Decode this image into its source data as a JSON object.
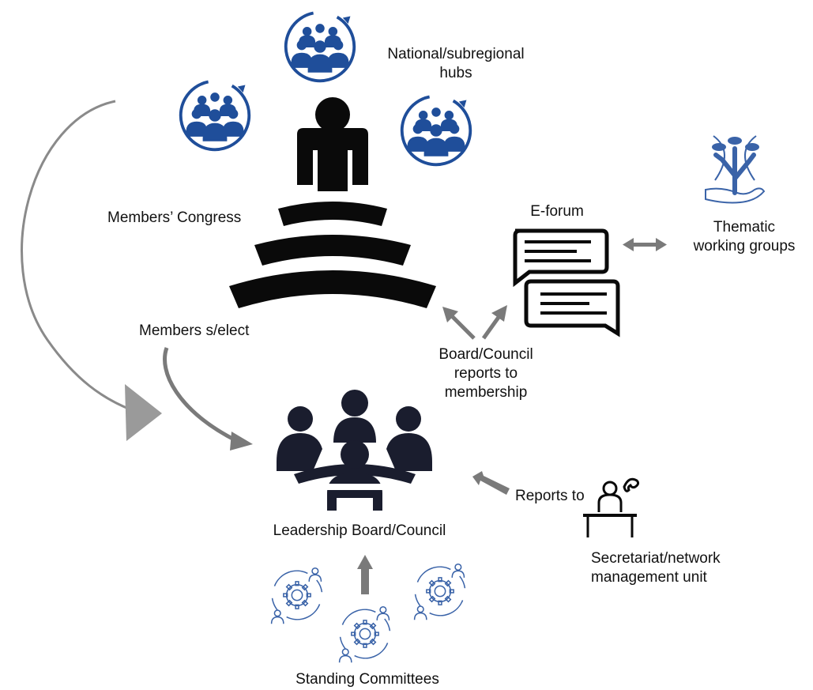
{
  "labels": {
    "hubs_line1": "National/subregional",
    "hubs_line2": "hubs",
    "members_congress": "Members’ Congress",
    "e_forum": "E-forum",
    "thematic_line1": "Thematic",
    "thematic_line2": "working groups",
    "members_elect": "Members s/elect",
    "reports_line1": "Board/Council",
    "reports_line2": "reports to",
    "reports_line3": "membership",
    "reports_to": "Reports to",
    "leadership": "Leadership Board/Council",
    "secretariat_line1": "Secretariat/network",
    "secretariat_line2": "management unit",
    "standing": "Standing Committees"
  },
  "icons": {
    "hub": "hub-group-icon",
    "speaker": "speaker-broadcast-icon",
    "chat": "chat-bubbles-icon",
    "tree": "tree-in-hand-icon",
    "meeting": "meeting-table-icon",
    "desk": "desk-worker-phone-icon",
    "committee": "gear-people-icon"
  },
  "colors": {
    "hub_blue": "#1f4e9a",
    "black": "#0a0a0a",
    "meeting": "#1a1d2e",
    "arrow_grey": "#7a7a7a",
    "committee_blue": "#3a63a8"
  }
}
